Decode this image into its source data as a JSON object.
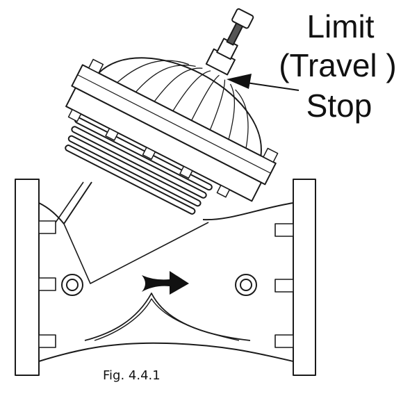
{
  "callout": {
    "line1": "Limit",
    "line2": "(Travel )",
    "line3": "Stop"
  },
  "caption": "Fig. 4.4.1",
  "flow_direction": "right",
  "colors": {
    "line": "#1a1a1a",
    "background": "#ffffff",
    "text": "#111111"
  }
}
